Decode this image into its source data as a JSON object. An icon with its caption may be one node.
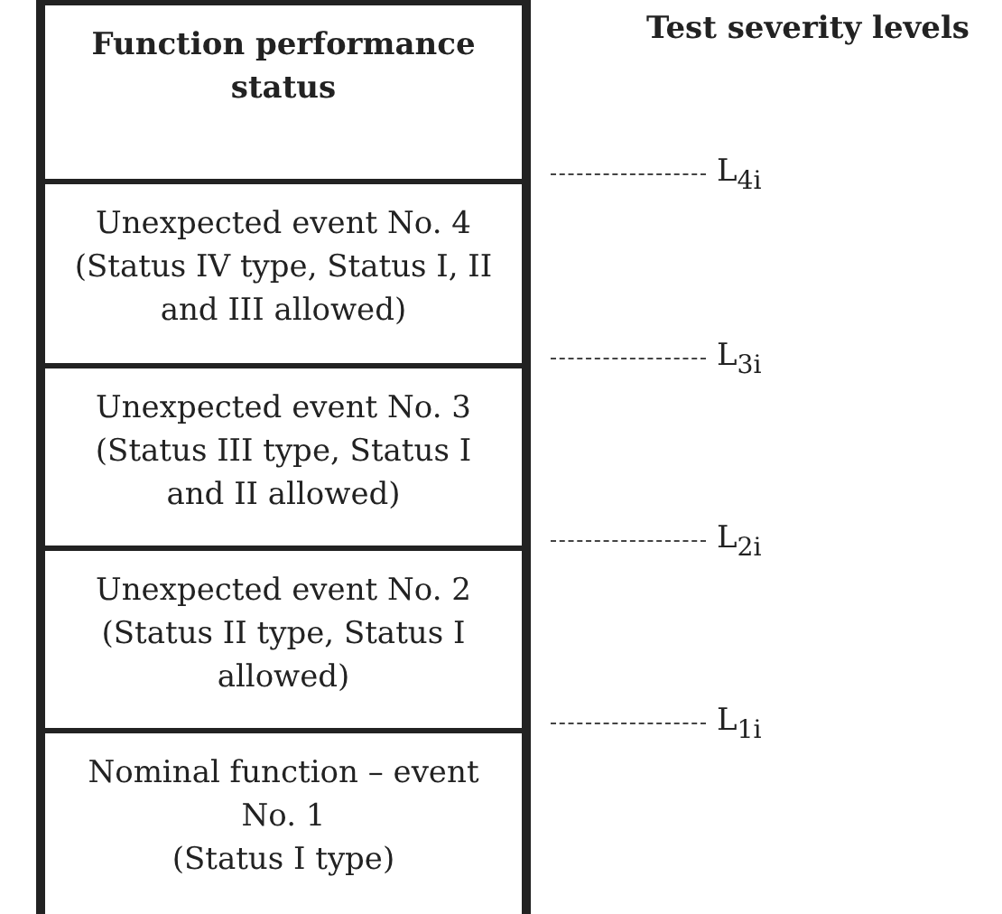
{
  "diagram": {
    "nodes": [
      {
        "text": [
          "Function performance status"
        ]
      },
      {
        "text": [
          "Unexpected event No. 4 (Status IV type, Status I, II and III allowed)"
        ]
      },
      {
        "text": [
          "Unexpected event No. 3 (Status III type, Status I and II allowed)"
        ]
      },
      {
        "text": [
          "Unexpected event No. 2 (Status II type, Status I allowed)"
        ]
      },
      {
        "text": [
          "Nominal function – event No. 1",
          "(Status I type)"
        ]
      }
    ],
    "edges": [],
    "labels": [
      "Test severity levels",
      "L$_{4i}$",
      "L$_{3i}$",
      "L$_{2i}$",
      "L$_{1i}$"
    ]
  }
}
